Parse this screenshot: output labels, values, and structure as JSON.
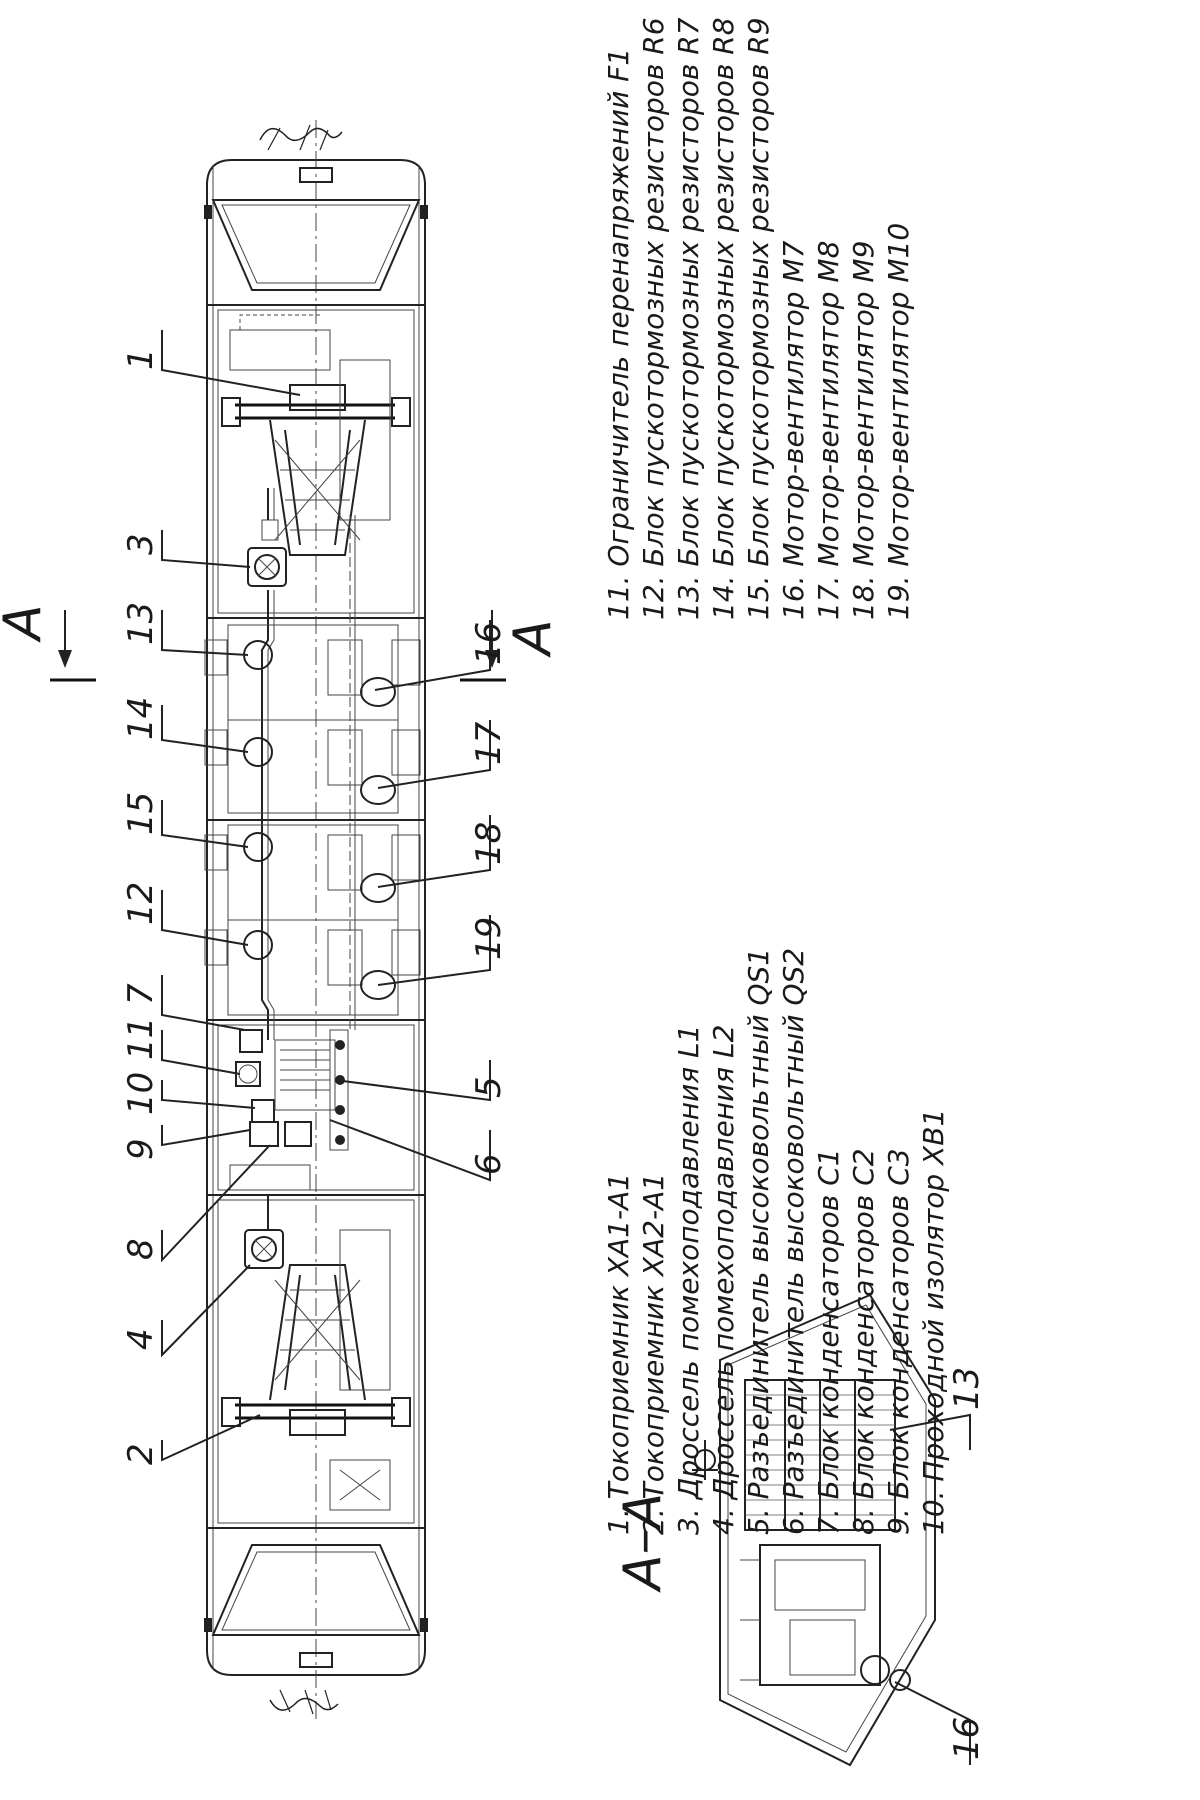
{
  "section_mark": "A",
  "section_title": "А–А",
  "callouts": {
    "c1": "1",
    "c2": "2",
    "c3": "3",
    "c4": "4",
    "c5": "5",
    "c6": "6",
    "c7": "7",
    "c8": "8",
    "c9": "9",
    "c10": "10",
    "c11": "11",
    "c12": "12",
    "c13": "13",
    "c14": "14",
    "c15": "15",
    "c16": "16",
    "c17": "17",
    "c18": "18",
    "c19": "19",
    "sec13": "13",
    "sec16": "16"
  },
  "legend": [
    "1.  Токоприемник ХА1-А1",
    "2.  Токоприемник ХА2-А1",
    "3.  Дроссель помехоподавления L1",
    "4.  Дроссель помехоподавления L2",
    "5.  Разъединитель высоковольтный QS1",
    "6.  Разъединитель высоковольтный QS2",
    "7.  Блок конденсаторов С1",
    "8.  Блок конденсаторов С2",
    "9.  Блок конденсаторов С3",
    "10. Проходной изолятор ХВ1",
    "11. Ограничитель перенапряжений F1",
    "12. Блок пускотормозных резисторов R6",
    "13. Блок пускотормозных резисторов R7",
    "14. Блок пускотормозных резисторов R8",
    "15. Блок пускотормозных резисторов R9",
    "16. Мотор-вентилятор М7",
    "17. Мотор-вентилятор М8",
    "18. Мотор-вентилятор М9",
    "19. Мотор-вентилятор М10"
  ]
}
